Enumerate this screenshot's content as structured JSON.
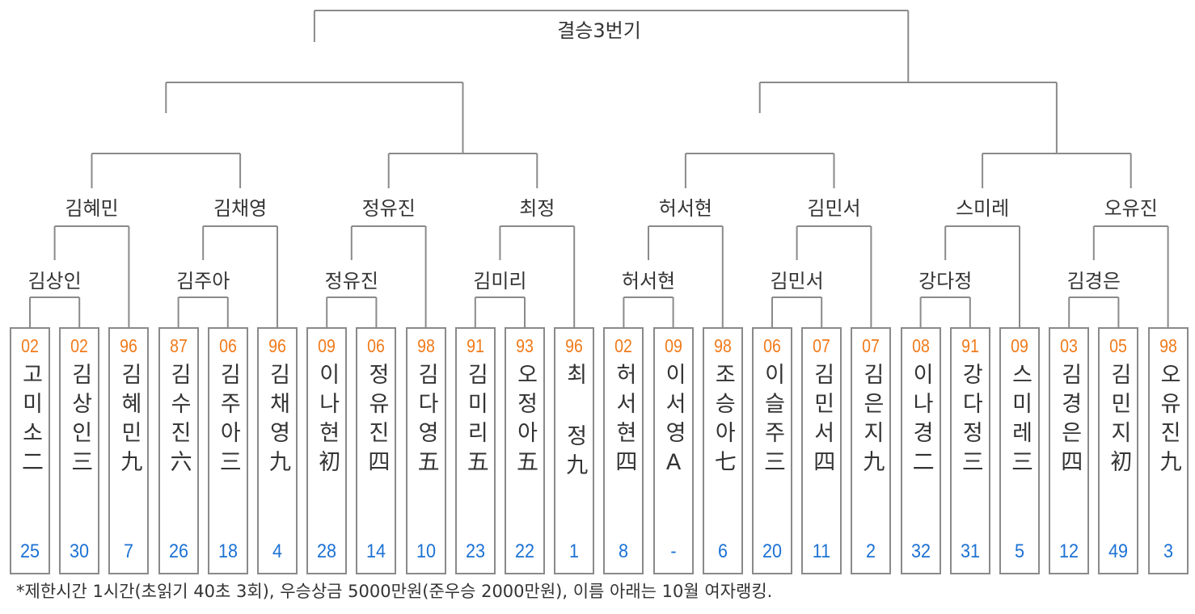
{
  "title": "결승3번기",
  "group_winners": [
    "김혜민",
    "김채영",
    "정유진",
    "최정",
    "허서현",
    "김민서",
    "스미레",
    "오유진"
  ],
  "pair_winners": [
    "김상인",
    "김주아",
    "정유진",
    "김미리",
    "허서현",
    "김민서",
    "강다정",
    "김경은"
  ],
  "players": [
    {
      "year": "02",
      "name": "고미소二",
      "rank": "25"
    },
    {
      "year": "02",
      "name": "김상인三",
      "rank": "30"
    },
    {
      "year": "96",
      "name": "김혜민九",
      "rank": "7"
    },
    {
      "year": "87",
      "name": "김수진六",
      "rank": "26"
    },
    {
      "year": "06",
      "name": "김주아三",
      "rank": "18"
    },
    {
      "year": "96",
      "name": "김채영九",
      "rank": "4"
    },
    {
      "year": "09",
      "name": "이나현初",
      "rank": "28"
    },
    {
      "year": "06",
      "name": "정유진四",
      "rank": "14"
    },
    {
      "year": "98",
      "name": "김다영五",
      "rank": "10"
    },
    {
      "year": "91",
      "name": "김미리五",
      "rank": "23"
    },
    {
      "year": "93",
      "name": "오정아五",
      "rank": "22"
    },
    {
      "year": "96",
      "name": "최 정九",
      "rank": "1"
    },
    {
      "year": "02",
      "name": "허서현四",
      "rank": "8"
    },
    {
      "year": "09",
      "name": "이서영A",
      "rank": "-"
    },
    {
      "year": "98",
      "name": "조승아七",
      "rank": "6"
    },
    {
      "year": "06",
      "name": "이슬주三",
      "rank": "20"
    },
    {
      "year": "07",
      "name": "김민서四",
      "rank": "11"
    },
    {
      "year": "07",
      "name": "김은지九",
      "rank": "2"
    },
    {
      "year": "08",
      "name": "이나경二",
      "rank": "32"
    },
    {
      "year": "91",
      "name": "강다정三",
      "rank": "31"
    },
    {
      "year": "09",
      "name": "스미레三",
      "rank": "5"
    },
    {
      "year": "03",
      "name": "김경은四",
      "rank": "12"
    },
    {
      "year": "05",
      "name": "김민지初",
      "rank": "49"
    },
    {
      "year": "98",
      "name": "오유진九",
      "rank": "3"
    }
  ],
  "footer": "*제한시간 1시간(초읽기 40초 3회), 우승상금 5000만원(준우승 2000만원), 이름 아래는 10월 여자랭킹.",
  "colors": {
    "year": "#f07a1a",
    "rank": "#1c72d4",
    "line": "#8a8a8a"
  }
}
